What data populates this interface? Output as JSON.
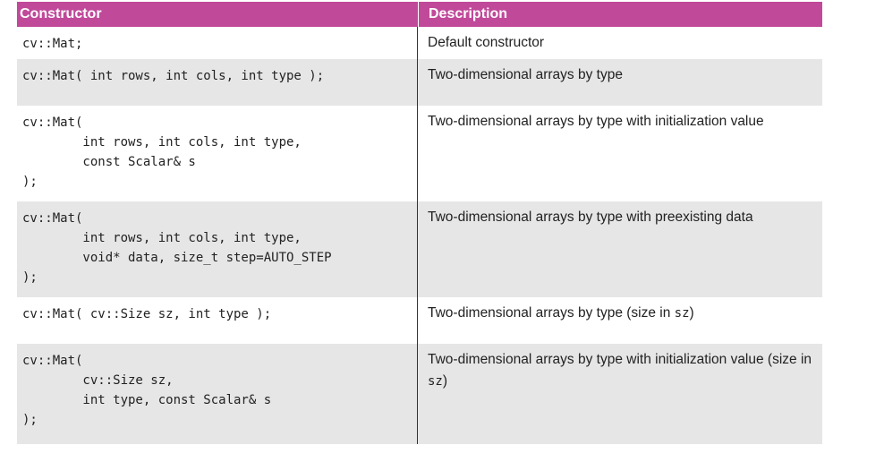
{
  "table": {
    "headers": {
      "constructor": "Constructor",
      "description": "Description"
    },
    "rows": [
      {
        "code": "cv::Mat;",
        "desc_text": "Default constructor",
        "desc_code": ""
      },
      {
        "code": "cv::Mat( int rows, int cols, int type );",
        "desc_text": "Two-dimensional arrays by type",
        "desc_code": ""
      },
      {
        "code": "cv::Mat(\n        int rows, int cols, int type,\n        const Scalar& s\n);",
        "desc_text": "Two-dimensional arrays by type with initialization value",
        "desc_code": ""
      },
      {
        "code": "cv::Mat(\n        int rows, int cols, int type,\n        void* data, size_t step=AUTO_STEP\n);",
        "desc_text": "Two-dimensional arrays by type with preexisting data",
        "desc_code": ""
      },
      {
        "code": "cv::Mat( cv::Size sz, int type );",
        "desc_text": "Two-dimensional arrays by type (size in ",
        "desc_code": "sz",
        "desc_suffix": ")"
      },
      {
        "code": "cv::Mat(\n        cv::Size sz,\n        int type, const Scalar& s\n);",
        "desc_text": "Two-dimensional arrays by type with initialization value (size in ",
        "desc_code": "sz",
        "desc_suffix": ")"
      }
    ]
  }
}
